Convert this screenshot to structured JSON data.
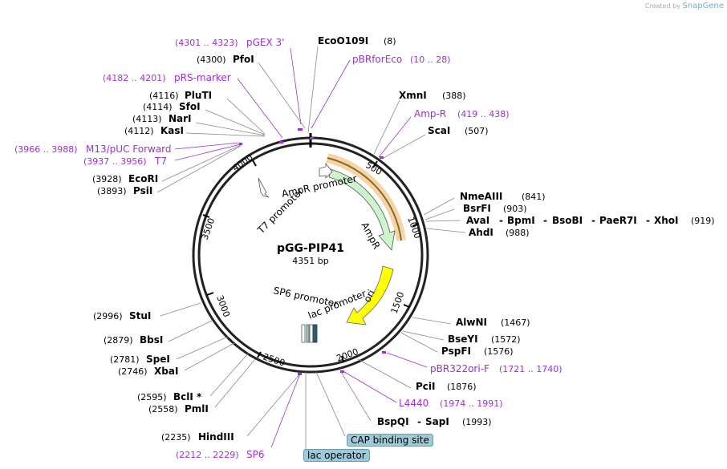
{
  "credit": {
    "prefix": "Created by",
    "brand": "SnapGene"
  },
  "plasmid": {
    "name": "pGG-PIP41",
    "size": "4351 bp"
  },
  "ticks": [
    "500",
    "1000",
    "1500",
    "2000",
    "2500",
    "3000",
    "3500",
    "4000"
  ],
  "feature_arcs": {
    "ampr_promoter": "AmpR promoter",
    "ampr": "AmpR",
    "ori": "ori",
    "t7_promoter": "T7 promoter",
    "sp6_promoter": "SP6 promoter",
    "lac_promoter": "lac promoter"
  },
  "enzymes": {
    "ecoo109i": {
      "name": "EcoO109I",
      "pos": "(8)"
    },
    "pfoi": {
      "name": "PfoI",
      "pos": "(4300)"
    },
    "xmni": {
      "name": "XmnI",
      "pos": "(388)"
    },
    "scai": {
      "name": "ScaI",
      "pos": "(507)"
    },
    "plutI": {
      "name": "PluTI",
      "pos": "(4116)"
    },
    "sfoi": {
      "name": "SfoI",
      "pos": "(4114)"
    },
    "nari": {
      "name": "NarI",
      "pos": "(4113)"
    },
    "kasi": {
      "name": "KasI",
      "pos": "(4112)"
    },
    "ecori": {
      "name": "EcoRI",
      "pos": "(3928)"
    },
    "psii": {
      "name": "PsiI",
      "pos": "(3893)"
    },
    "nmeaiii": {
      "name": "NmeAIII",
      "pos": "(841)"
    },
    "bsrfi": {
      "name": "BsrFI",
      "pos": "(903)"
    },
    "avai": {
      "name": "AvaI",
      "sep1": "-",
      "bpmi": "BpmI",
      "sep2": "-",
      "bsobi": "BsoBI",
      "sep3": "-",
      "paer7i": "PaeR7I",
      "sep4": "-",
      "xhoi": "XhoI",
      "pos": "(919)"
    },
    "ahdi": {
      "name": "AhdI",
      "pos": "(988)"
    },
    "alwni": {
      "name": "AlwNI",
      "pos": "(1467)"
    },
    "bseyi": {
      "name": "BseYI",
      "pos": "(1572)"
    },
    "pspfi": {
      "name": "PspFI",
      "pos": "(1576)"
    },
    "pcii": {
      "name": "PciI",
      "pos": "(1876)"
    },
    "bspqi": {
      "name": "BspQI",
      "sep": "-",
      "sapi": "SapI",
      "pos": "(1993)"
    },
    "stui": {
      "name": "StuI",
      "pos": "(2996)"
    },
    "bbsi": {
      "name": "BbsI",
      "pos": "(2879)"
    },
    "spei": {
      "name": "SpeI",
      "pos": "(2781)"
    },
    "xbai": {
      "name": "XbaI",
      "pos": "(2746)"
    },
    "bcli": {
      "name": "BclI *",
      "pos": "(2595)"
    },
    "pmli": {
      "name": "PmlI",
      "pos": "(2558)"
    },
    "hindiii": {
      "name": "HindIII",
      "pos": "(2235)"
    }
  },
  "features": {
    "pgex3": {
      "name": "pGEX 3'",
      "range": "(4301 .. 4323)"
    },
    "pbrforeco": {
      "name": "pBRforEco",
      "range": "(10 .. 28)"
    },
    "prs_marker": {
      "name": "pRS-marker",
      "range": "(4182 .. 4201)"
    },
    "ampr_primer": {
      "name": "Amp-R",
      "range": "(419 .. 438)"
    },
    "m13": {
      "name": "M13/pUC Forward",
      "range": "(3966 .. 3988)"
    },
    "t7": {
      "name": "T7",
      "range": "(3937 .. 3956)"
    },
    "pbr322ori": {
      "name": "pBR322ori-F",
      "range": "(1721 .. 1740)"
    },
    "l4440": {
      "name": "L4440",
      "range": "(1974 .. 1991)"
    },
    "sp6": {
      "name": "SP6",
      "range": "(2212 .. 2229)"
    }
  },
  "boxed": {
    "cap": "CAP binding site",
    "lac_operator": "lac operator"
  },
  "colors": {
    "feature_purple": "#9b30d0",
    "ampr_fill": "#ccf5cc",
    "ori_fill": "#ffff00",
    "highlight": "#e8a040",
    "box": "#9ec9d8"
  }
}
